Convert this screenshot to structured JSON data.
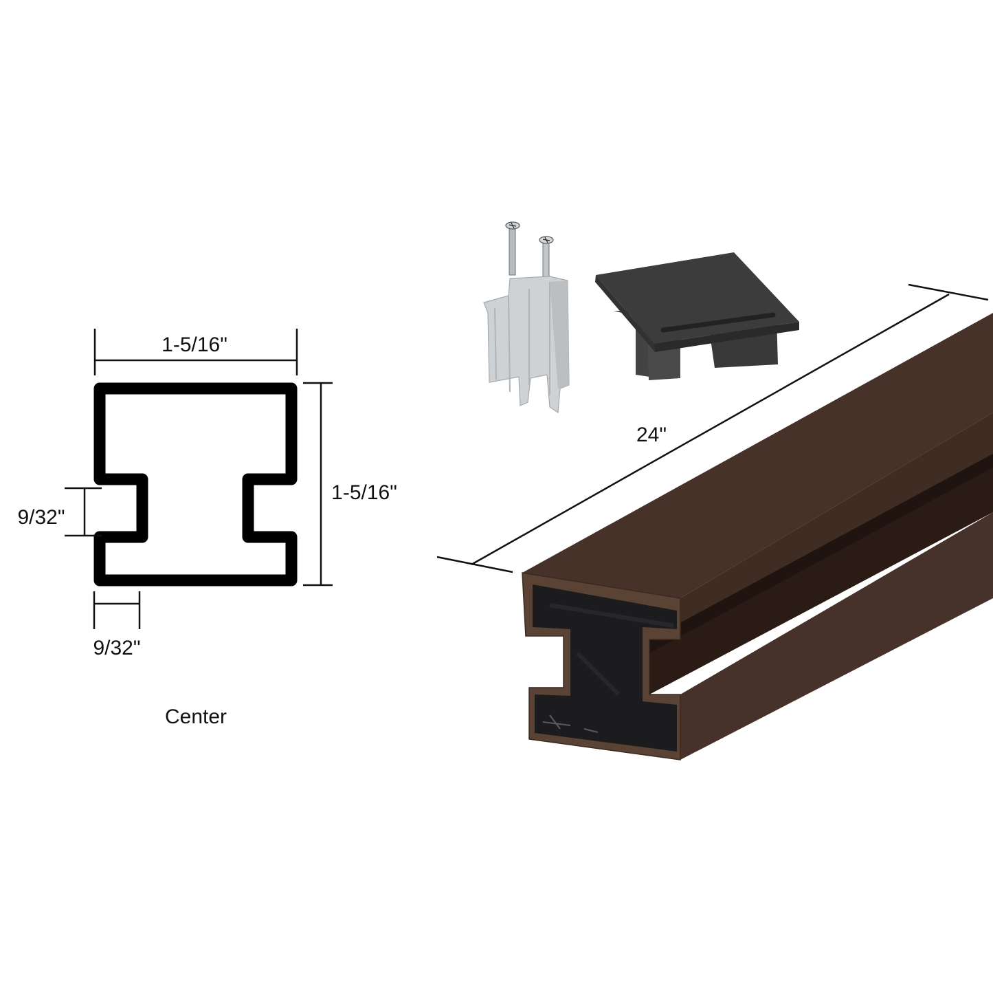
{
  "diagram": {
    "type": "product-technical-drawing",
    "profile_drawing": {
      "name": "Center",
      "caption": "Center",
      "dimensions": {
        "width": "1-5/16\"",
        "height": "1-5/16\"",
        "slot_height": "9/32\"",
        "slot_depth": "9/32\""
      }
    },
    "product_photo": {
      "length_label": "24\"",
      "components": [
        {
          "name": "screw-insert-with-two-screws",
          "color": "#c9cdd0"
        },
        {
          "name": "end-cap",
          "color": "#3c3b3b"
        },
        {
          "name": "center-profile-bar",
          "color": "#4a352b"
        }
      ]
    },
    "colors": {
      "background": "#ffffff",
      "line": "#111111",
      "bar_brown": "#4a352b",
      "bar_brown_light": "#5a4234",
      "bar_brown_dark": "#2c1e16",
      "bar_core": "#1c1c1e",
      "cap_gray": "#3d3c3c",
      "insert_silver": "#c9cdd0"
    }
  }
}
